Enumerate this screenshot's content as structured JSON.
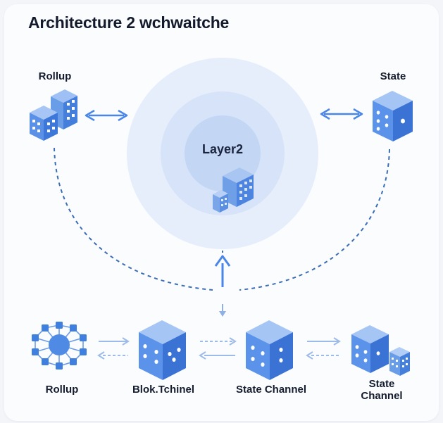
{
  "title": "Architecture 2 wchwaitche",
  "top": {
    "left_label": "Rollup",
    "right_label": "State",
    "center_label": "Layer2"
  },
  "bottom": {
    "items": [
      {
        "label": "Rollup",
        "icon": "network-hub-icon"
      },
      {
        "label": "Blok.Tchinel",
        "icon": "dice-cube-icon"
      },
      {
        "label": "State Channel",
        "icon": "dice-cube-icon"
      },
      {
        "label": "State\nChannel",
        "icon": "cube-pair-icon"
      }
    ]
  },
  "colors": {
    "accent": "#4a86e8",
    "cube_face": "#5b93ea",
    "cube_top": "#9cc0f5",
    "cube_side": "#3a73d4",
    "ring_outer": "#e4edfa",
    "ring_mid": "#d3e2f7",
    "ring_inner": "#bfd4f3",
    "dashed_line": "#3b6db5",
    "arrow_light": "#9dbbe8"
  }
}
